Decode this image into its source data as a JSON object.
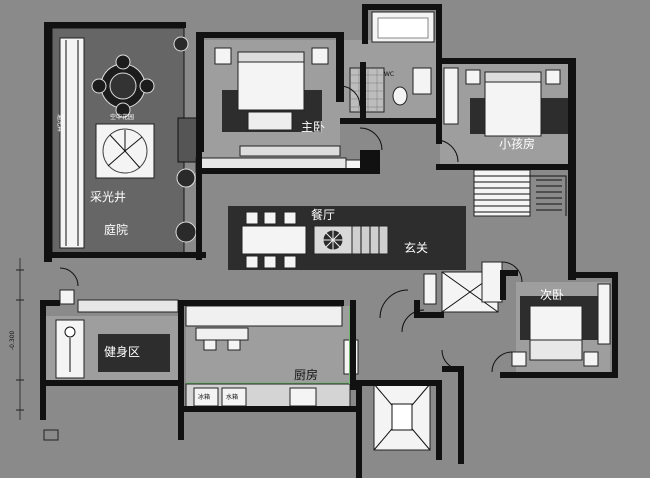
{
  "plan": {
    "rooms": {
      "master_bedroom": "主卧",
      "kids_room": "小孩房",
      "dining_room": "餐厅",
      "foyer": "玄关",
      "light_well": "采光井",
      "courtyard": "庭院",
      "gym": "健身区",
      "kitchen": "厨房",
      "second_bedroom": "次卧",
      "wc": "WC"
    },
    "small_labels": {
      "garden_pavilion": "空中花园",
      "light_well_side": "通光井",
      "appliance_left": "冰箱",
      "appliance_right": "水箱"
    },
    "level_mark": "-0.300"
  }
}
